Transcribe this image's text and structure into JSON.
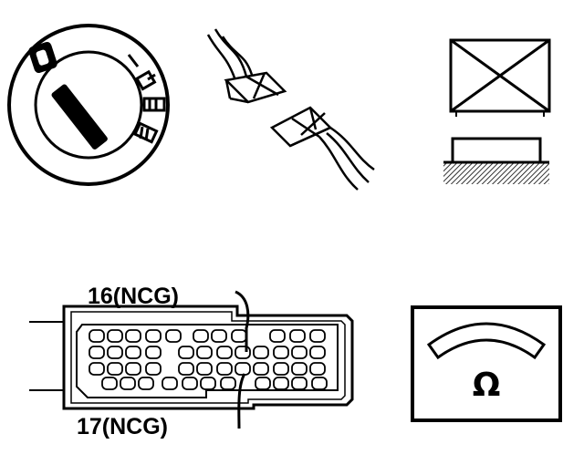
{
  "pin_labels": {
    "top": "16(NCG)",
    "bottom": "17(NCG)"
  },
  "symbols": {
    "ignition": "ignition-switch-off",
    "connectors": "connector-pair-disconnected",
    "fuse": "fuse-removed-symbol",
    "ecu_connector": "ecu-connector-pins",
    "ohmmeter": "ohmmeter-symbol"
  },
  "meter_unit": "Ω",
  "ignition_position_label": "0"
}
